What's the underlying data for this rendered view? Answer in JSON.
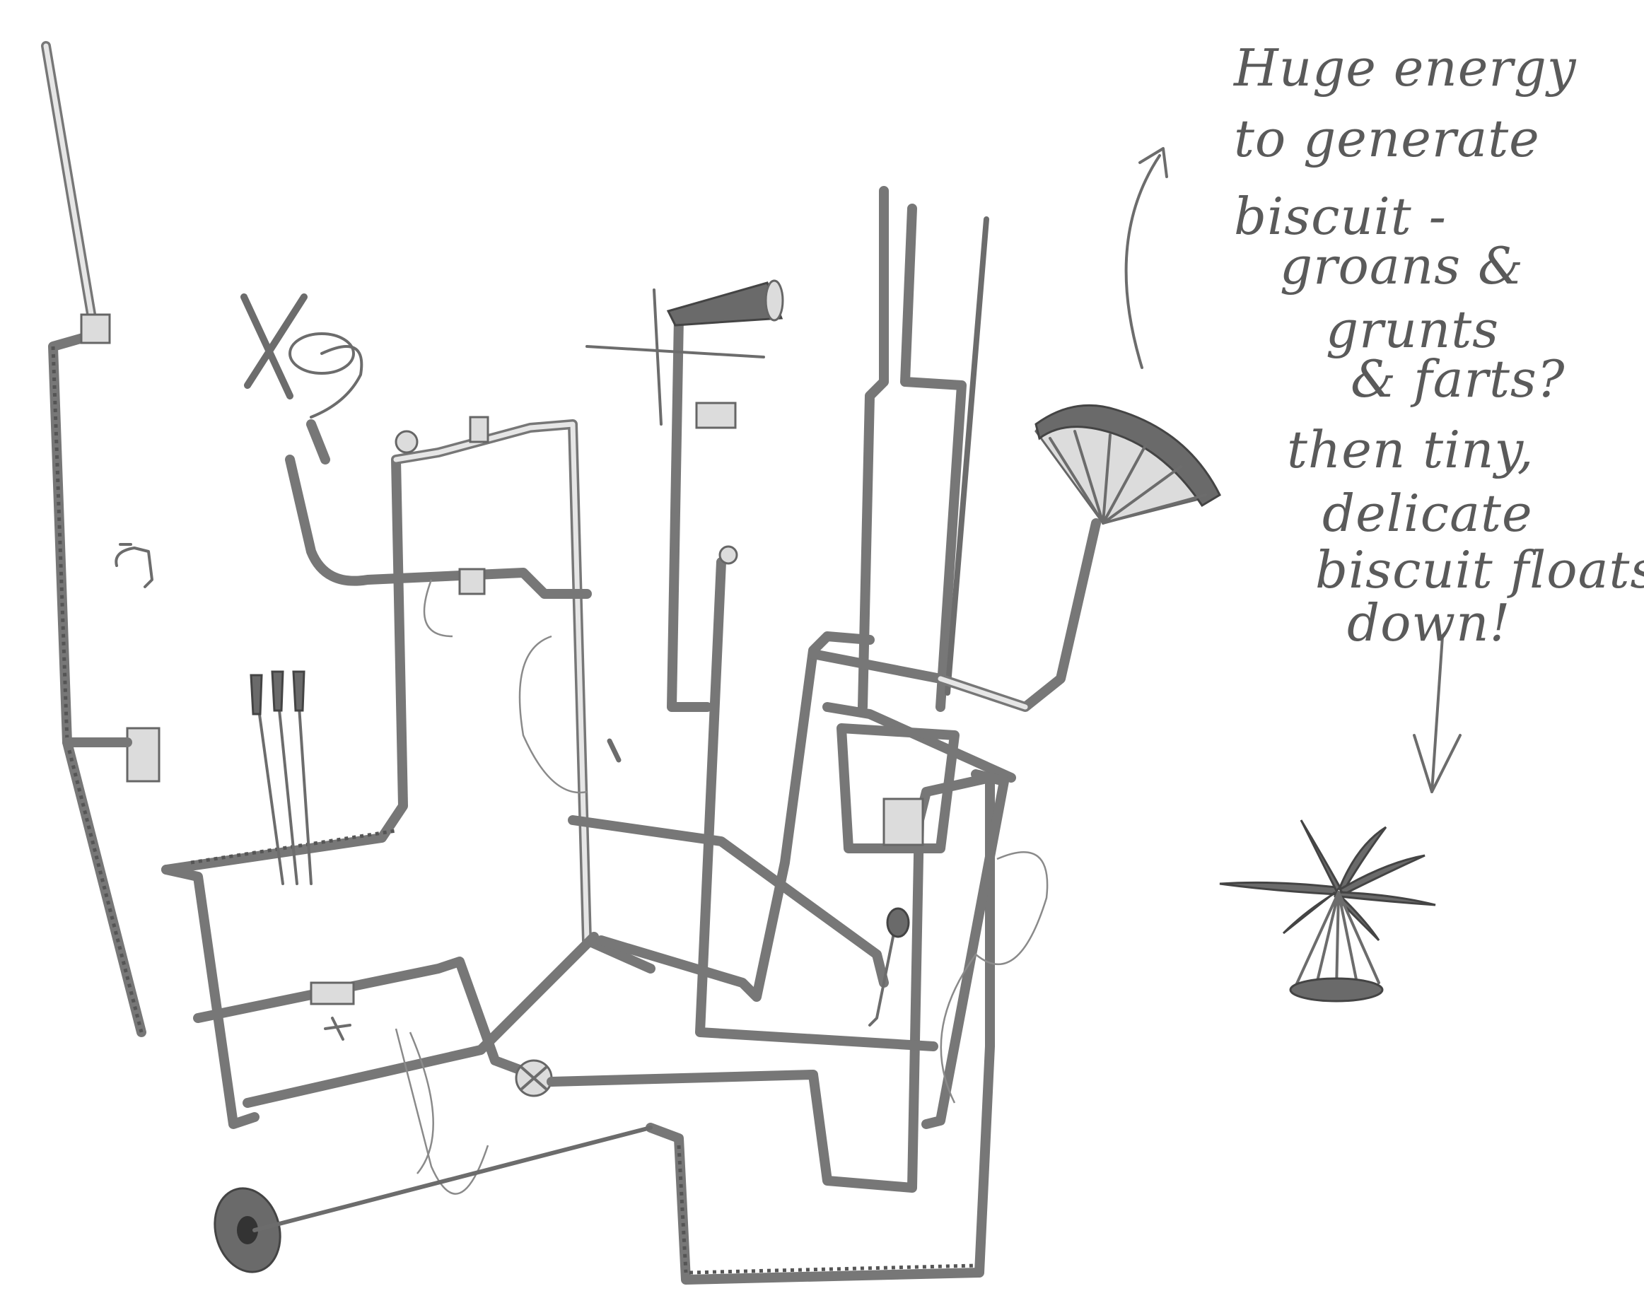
{
  "notes": [
    "Huge energy",
    "to generate",
    "biscuit -",
    "groans &",
    "grunts",
    "& farts?",
    "then tiny,",
    "delicate",
    "biscuit floats",
    "down!"
  ]
}
